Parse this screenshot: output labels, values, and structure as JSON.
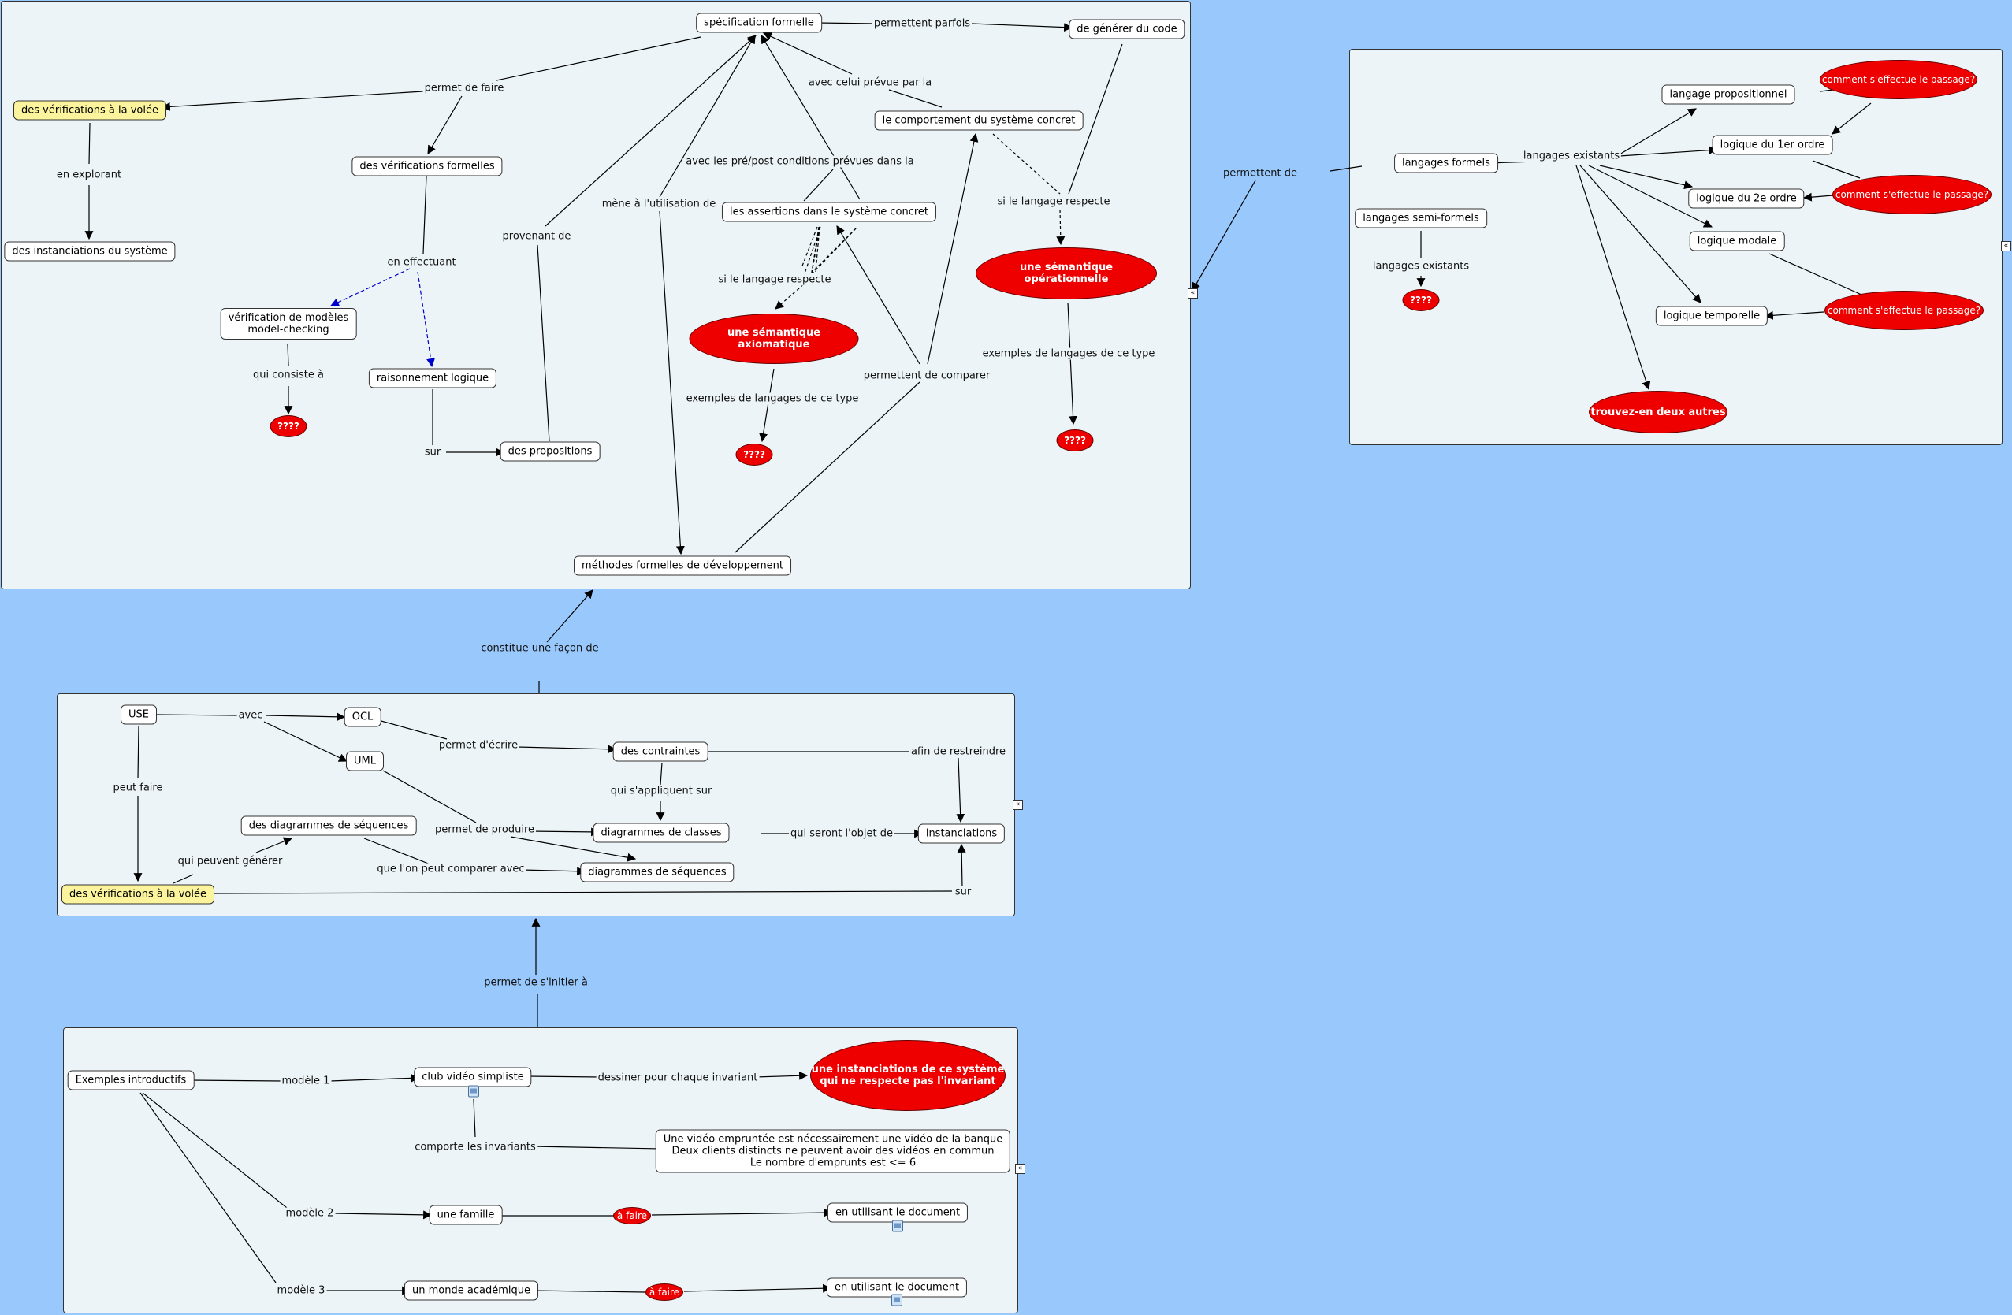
{
  "panel_a": {
    "n_spec": "spécification formelle",
    "n_gen": "de générer du code",
    "n_verif_volee": "des vérifications à la volée",
    "n_inst_sys": "des instanciations du système",
    "n_verif_form": "des vérifications formelles",
    "n_model_check": "vérification de modèles\nmodel-checking",
    "n_q1": "????",
    "n_raison": "raisonnement logique",
    "n_props": "des propositions",
    "n_assert": "les assertions dans le système concret",
    "n_sem_ax": "une sémantique axiomatique",
    "n_q2": "????",
    "n_comport": "le comportement du système concret",
    "n_sem_op": "une sémantique opérationnelle",
    "n_q3": "????",
    "n_methodes": "méthodes formelles de développement",
    "l_parfois": "permettent parfois",
    "l_permet_faire": "permet de faire",
    "l_explorant": "en explorant",
    "l_effectuant": "en effectuant",
    "l_consiste": "qui consiste à",
    "l_sur": "sur",
    "l_provenant": "provenant de",
    "l_mene": "mène à l'utilisation de",
    "l_prepost": "avec les pré/post conditions prévues dans la",
    "l_celui": "avec celui prévue par la",
    "l_si1": "si le langage respecte",
    "l_si2": "si le langage respecte",
    "l_ex1": "exemples de langages de ce type",
    "l_ex2": "exemples de langages de ce type",
    "l_comparer": "permettent de comparer"
  },
  "panel_b": {
    "n_lang_form": "langages formels",
    "n_lang_semi": "langages semi-formels",
    "n_q": "????",
    "n_prop": "langage propositionnel",
    "n_log1": "logique du 1er ordre",
    "n_log2": "logique du 2e ordre",
    "n_modale": "logique modale",
    "n_temp": "logique temporelle",
    "n_c1": "comment s'effectue le passage?",
    "n_c2": "comment s'effectue le passage?",
    "n_c3": "comment s'effectue le passage?",
    "n_trouvez": "trouvez-en deux autres",
    "l_exist1": "langages existants",
    "l_exist2": "langages existants"
  },
  "canvas_links": {
    "l_permettent_de": "permettent de",
    "l_constitue": "constitue une façon de",
    "l_sinitier": "permet de s'initier à"
  },
  "panel_c": {
    "n_use": "USE",
    "n_ocl": "OCL",
    "n_uml": "UML",
    "n_contraintes": "des contraintes",
    "n_diag_seq_top": "des diagrammes de séquences",
    "n_diag_cls": "diagrammes de classes",
    "n_diag_seq": "diagrammes de séquences",
    "n_inst": "instanciations",
    "n_verif_volee": "des vérifications à la volée",
    "l_avec": "avec",
    "l_ecrire": "permet d'écrire",
    "l_restreindre": "afin de restreindre",
    "l_appliquent": "qui s'appliquent sur",
    "l_produire": "permet de produire",
    "l_objet": "qui seront l'objet de",
    "l_peut_faire": "peut faire",
    "l_generer": "qui peuvent générer",
    "l_comparer": "que l'on peut comparer avec",
    "l_sur": "sur"
  },
  "panel_d": {
    "n_exemples": "Exemples introductifs",
    "n_club": "club vidéo simpliste",
    "n_instancia": "une instanciations de ce système\nqui ne respecte pas l'invariant",
    "n_invariants": "Une vidéo empruntée est nécessairement une vidéo de la banque\nDeux clients distincts ne peuvent avoir des vidéos en commun\nLe nombre d'emprunts est <= 6",
    "n_famille": "une famille",
    "n_faire1": "à faire",
    "n_doc1": "en utilisant le document",
    "n_monde": "un monde académique",
    "n_faire2": "à faire",
    "n_doc2": "en utilisant le document",
    "l_m1": "modèle 1",
    "l_dessiner": "dessiner pour chaque invariant",
    "l_comporte": "comporte les invariants",
    "l_m2": "modèle 2",
    "l_m3": "modèle 3"
  },
  "icons": {
    "collapse": "collapse-icon",
    "document": "document-icon"
  },
  "colors": {
    "canvas": "#99c9fc",
    "panel": "#ecf4f7",
    "highlight": "#fbf49c",
    "question": "#ee0000",
    "dashed_blue": "#0000cc"
  }
}
